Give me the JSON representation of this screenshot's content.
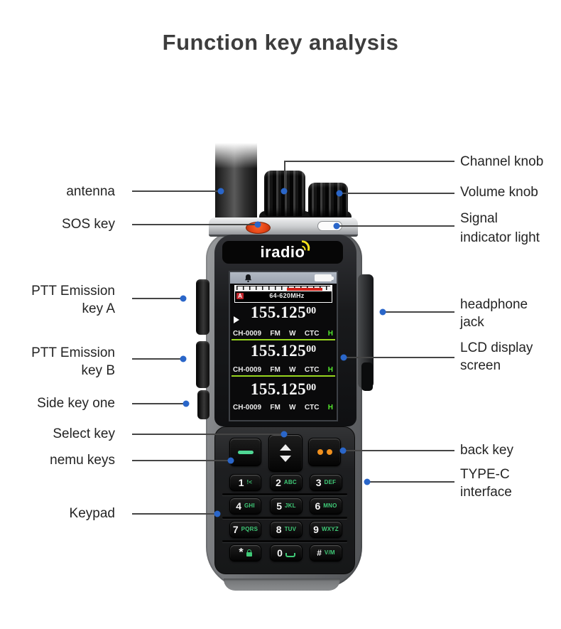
{
  "title": "Function key analysis",
  "brand": {
    "logo": "iradio"
  },
  "callouts": {
    "left": [
      {
        "id": "antenna",
        "lines": [
          "antenna"
        ]
      },
      {
        "id": "sos-key",
        "lines": [
          "SOS key"
        ]
      },
      {
        "id": "ptt-key-a",
        "lines": [
          "PTT Emission",
          "key A"
        ]
      },
      {
        "id": "ptt-key-b",
        "lines": [
          "PTT Emission",
          "key B"
        ]
      },
      {
        "id": "side-key-one",
        "lines": [
          "Side key one"
        ]
      },
      {
        "id": "select-key",
        "lines": [
          "Select key"
        ]
      },
      {
        "id": "nemu-keys",
        "lines": [
          "nemu keys"
        ]
      },
      {
        "id": "keypad",
        "lines": [
          "Keypad"
        ]
      }
    ],
    "right": [
      {
        "id": "channel-knob",
        "lines": [
          "Channel knob"
        ]
      },
      {
        "id": "volume-knob",
        "lines": [
          "Volume knob"
        ]
      },
      {
        "id": "signal-indicator-light",
        "lines": [
          "Signal",
          "indicator light"
        ]
      },
      {
        "id": "headphone-jack",
        "lines": [
          "headphone",
          "jack"
        ]
      },
      {
        "id": "lcd-display-screen",
        "lines": [
          "LCD display",
          "screen"
        ]
      },
      {
        "id": "back-key",
        "lines": [
          "back key"
        ]
      },
      {
        "id": "type-c-interface",
        "lines": [
          "TYPE-C",
          "interface"
        ]
      }
    ]
  },
  "screen": {
    "status_icons": [
      "bell-icon",
      "battery-icon"
    ],
    "band": {
      "letter": "A",
      "range": "64-620MHz"
    },
    "channels": [
      {
        "freq": "155.125",
        "freq_sub": "00",
        "ch": "CH-0009",
        "mode": "FM",
        "bw": "W",
        "tone": "CTC",
        "power": "H"
      },
      {
        "freq": "155.125",
        "freq_sub": "00",
        "ch": "CH-0009",
        "mode": "FM",
        "bw": "W",
        "tone": "CTC",
        "power": "H"
      },
      {
        "freq": "155.125",
        "freq_sub": "00",
        "ch": "CH-0009",
        "mode": "FM",
        "bw": "W",
        "tone": "CTC",
        "power": "H"
      }
    ]
  },
  "keypad": {
    "function_keys": [
      {
        "id": "menu-key",
        "glyph": "green-dash-icon"
      },
      {
        "id": "updown-key",
        "glyph": "up-down-arrows-icon"
      },
      {
        "id": "back-key",
        "glyph": "orange-dots-icon"
      }
    ],
    "keys": [
      {
        "num": "1",
        "sub": "!<"
      },
      {
        "num": "2",
        "sub": "ABC"
      },
      {
        "num": "3",
        "sub": "DEF"
      },
      {
        "num": "4",
        "sub": "GHI"
      },
      {
        "num": "5",
        "sub": "JKL"
      },
      {
        "num": "6",
        "sub": "MNO"
      },
      {
        "num": "7",
        "sub": "PQRS"
      },
      {
        "num": "8",
        "sub": "TUV"
      },
      {
        "num": "9",
        "sub": "WXYZ"
      },
      {
        "num": "*",
        "sub": "lock-icon"
      },
      {
        "num": "0",
        "sub": "space-icon"
      },
      {
        "num": "#",
        "sub": "V/M"
      }
    ]
  },
  "colors": {
    "accent_blue": "#2a66c9",
    "sos_orange": "#e34214",
    "back_key_orange": "#f0901e",
    "menu_key_green": "#4fd794",
    "key_letter_green": "#3fca77",
    "lcd_line_green": "#97d51e",
    "lcd_red": "#d2231a",
    "logo_yellow": "#f7e11c"
  }
}
